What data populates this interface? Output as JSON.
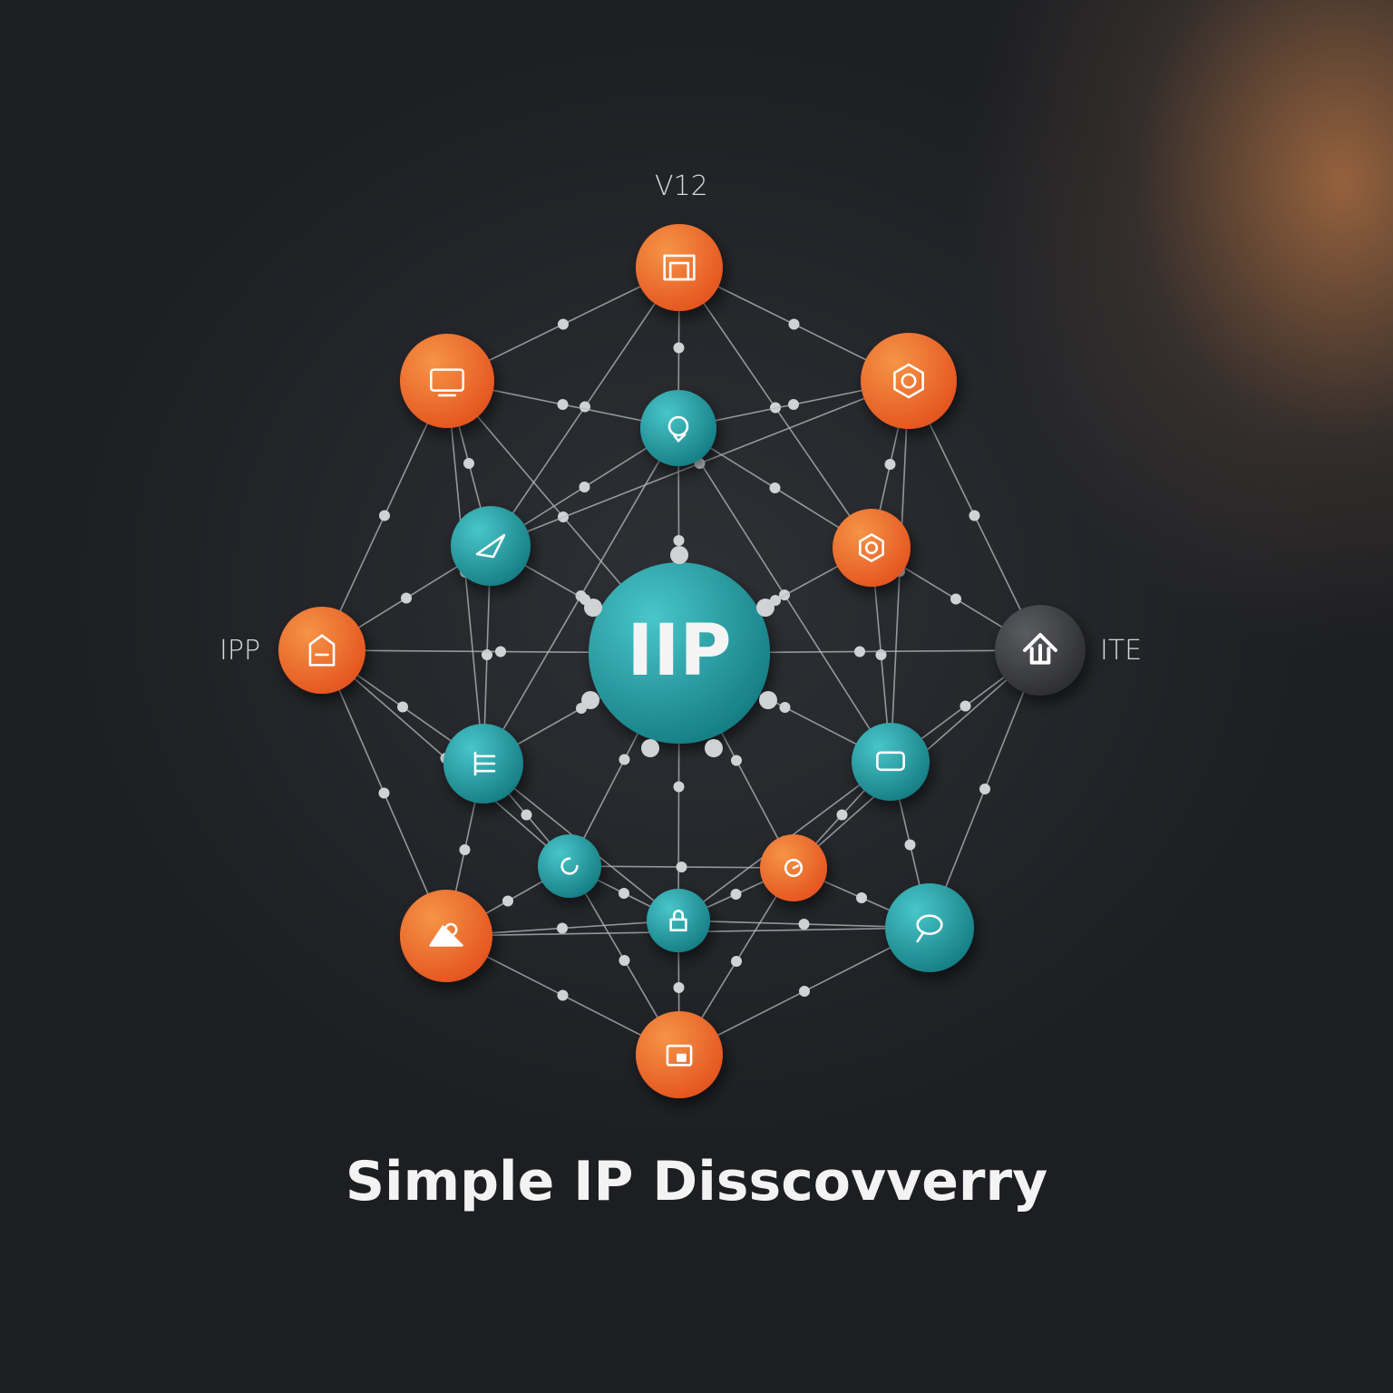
{
  "title": "Simple IP Disscovverry",
  "center_node": {
    "label": "IIP",
    "color": "#2aa3a8"
  },
  "labels": {
    "top": "V12",
    "left": "IPP",
    "right": "ITE"
  },
  "colors": {
    "orange": "#ee7a32",
    "teal": "#2aa3a8",
    "dark": "#444649",
    "edge": "#b9bcc0",
    "joint": "#d0d2d4"
  },
  "nodes": [
    {
      "id": "top",
      "color": "orange",
      "icon": "window-icon"
    },
    {
      "id": "ul",
      "color": "orange",
      "icon": "monitor-icon"
    },
    {
      "id": "ur",
      "color": "orange",
      "icon": "hexagon-icon"
    },
    {
      "id": "tc",
      "color": "teal",
      "icon": "user-head-icon"
    },
    {
      "id": "l2",
      "color": "teal",
      "icon": "send-icon"
    },
    {
      "id": "r2",
      "color": "orange",
      "icon": "hex-badge-icon"
    },
    {
      "id": "left",
      "color": "orange",
      "icon": "document-icon"
    },
    {
      "id": "right",
      "color": "dark",
      "icon": "home-upload-icon"
    },
    {
      "id": "ml",
      "color": "teal",
      "icon": "list-icon"
    },
    {
      "id": "mr",
      "color": "teal",
      "icon": "chat-icon"
    },
    {
      "id": "c1",
      "color": "teal",
      "icon": "refresh-icon"
    },
    {
      "id": "c2",
      "color": "orange",
      "icon": "clock-icon"
    },
    {
      "id": "c3",
      "color": "teal",
      "icon": "lock-icon"
    },
    {
      "id": "bl",
      "color": "orange",
      "icon": "image-icon"
    },
    {
      "id": "br",
      "color": "teal",
      "icon": "speech-bubble-icon"
    },
    {
      "id": "bottom",
      "color": "orange",
      "icon": "folder-icon"
    }
  ]
}
